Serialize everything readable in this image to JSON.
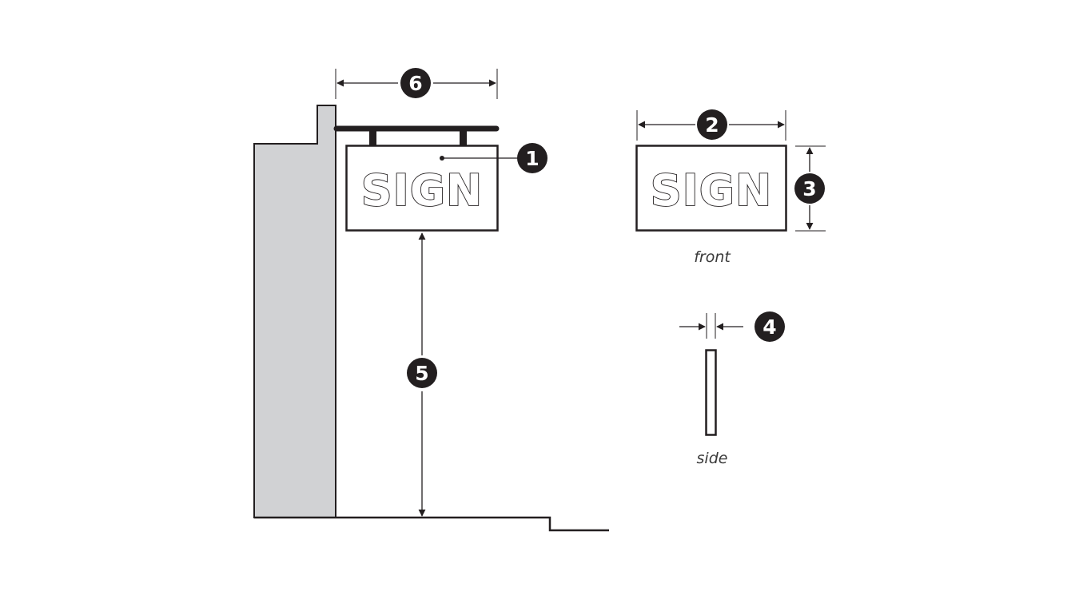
{
  "diagram": {
    "sign_text": "SIGN",
    "badges": {
      "sign_panel": "1",
      "sign_width": "2",
      "sign_height": "3",
      "sign_thickness": "4",
      "clearance_height": "5",
      "bracket_projection": "6"
    },
    "labels": {
      "front": "front",
      "side": "side"
    },
    "colors": {
      "line": "#231f20",
      "wall_fill": "#d1d2d4",
      "badge_fill": "#231f20"
    }
  }
}
